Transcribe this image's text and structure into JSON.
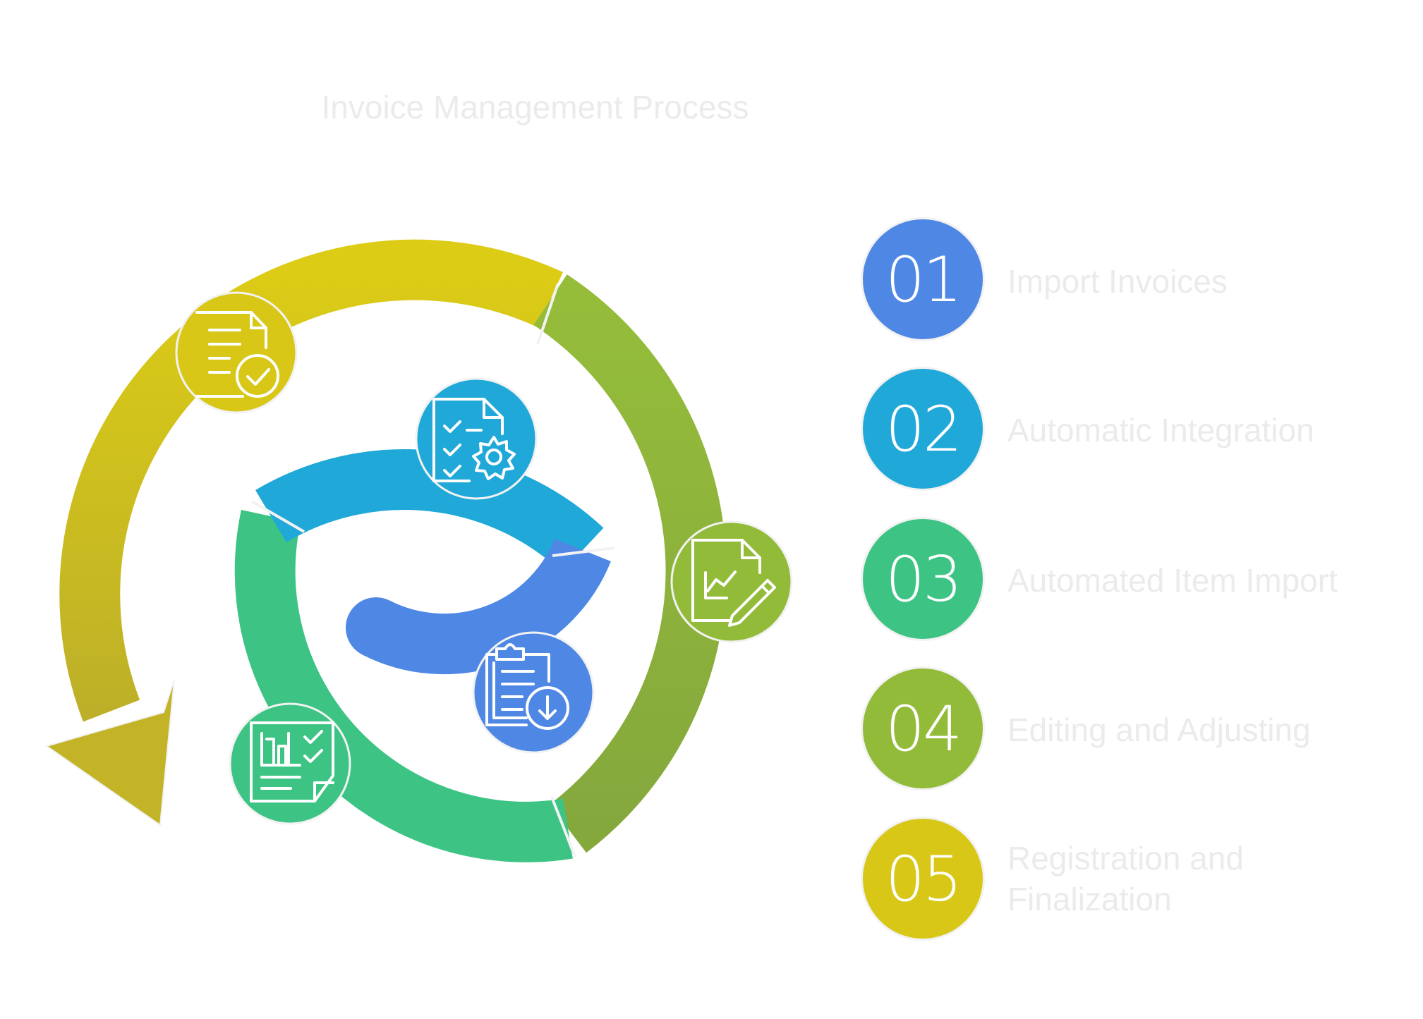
{
  "title": "Invoice Management Process",
  "steps": [
    {
      "number": "01",
      "label": "Import Invoices",
      "color": "#4f87e5",
      "icon": "clipboard-download-icon"
    },
    {
      "number": "02",
      "label": "Automatic Integration",
      "color": "#1fa8d8",
      "icon": "document-checklist-gear-icon"
    },
    {
      "number": "03",
      "label": "Automated Item Import",
      "color": "#3dc484",
      "icon": "document-chart-checklist-icon"
    },
    {
      "number": "04",
      "label": "Editing and Adjusting",
      "color": "#93bb3a",
      "icon": "document-chart-pencil-icon"
    },
    {
      "number": "05",
      "label": "Registration and Finalization",
      "color": "#d8c717",
      "icon": "document-check-icon"
    }
  ]
}
